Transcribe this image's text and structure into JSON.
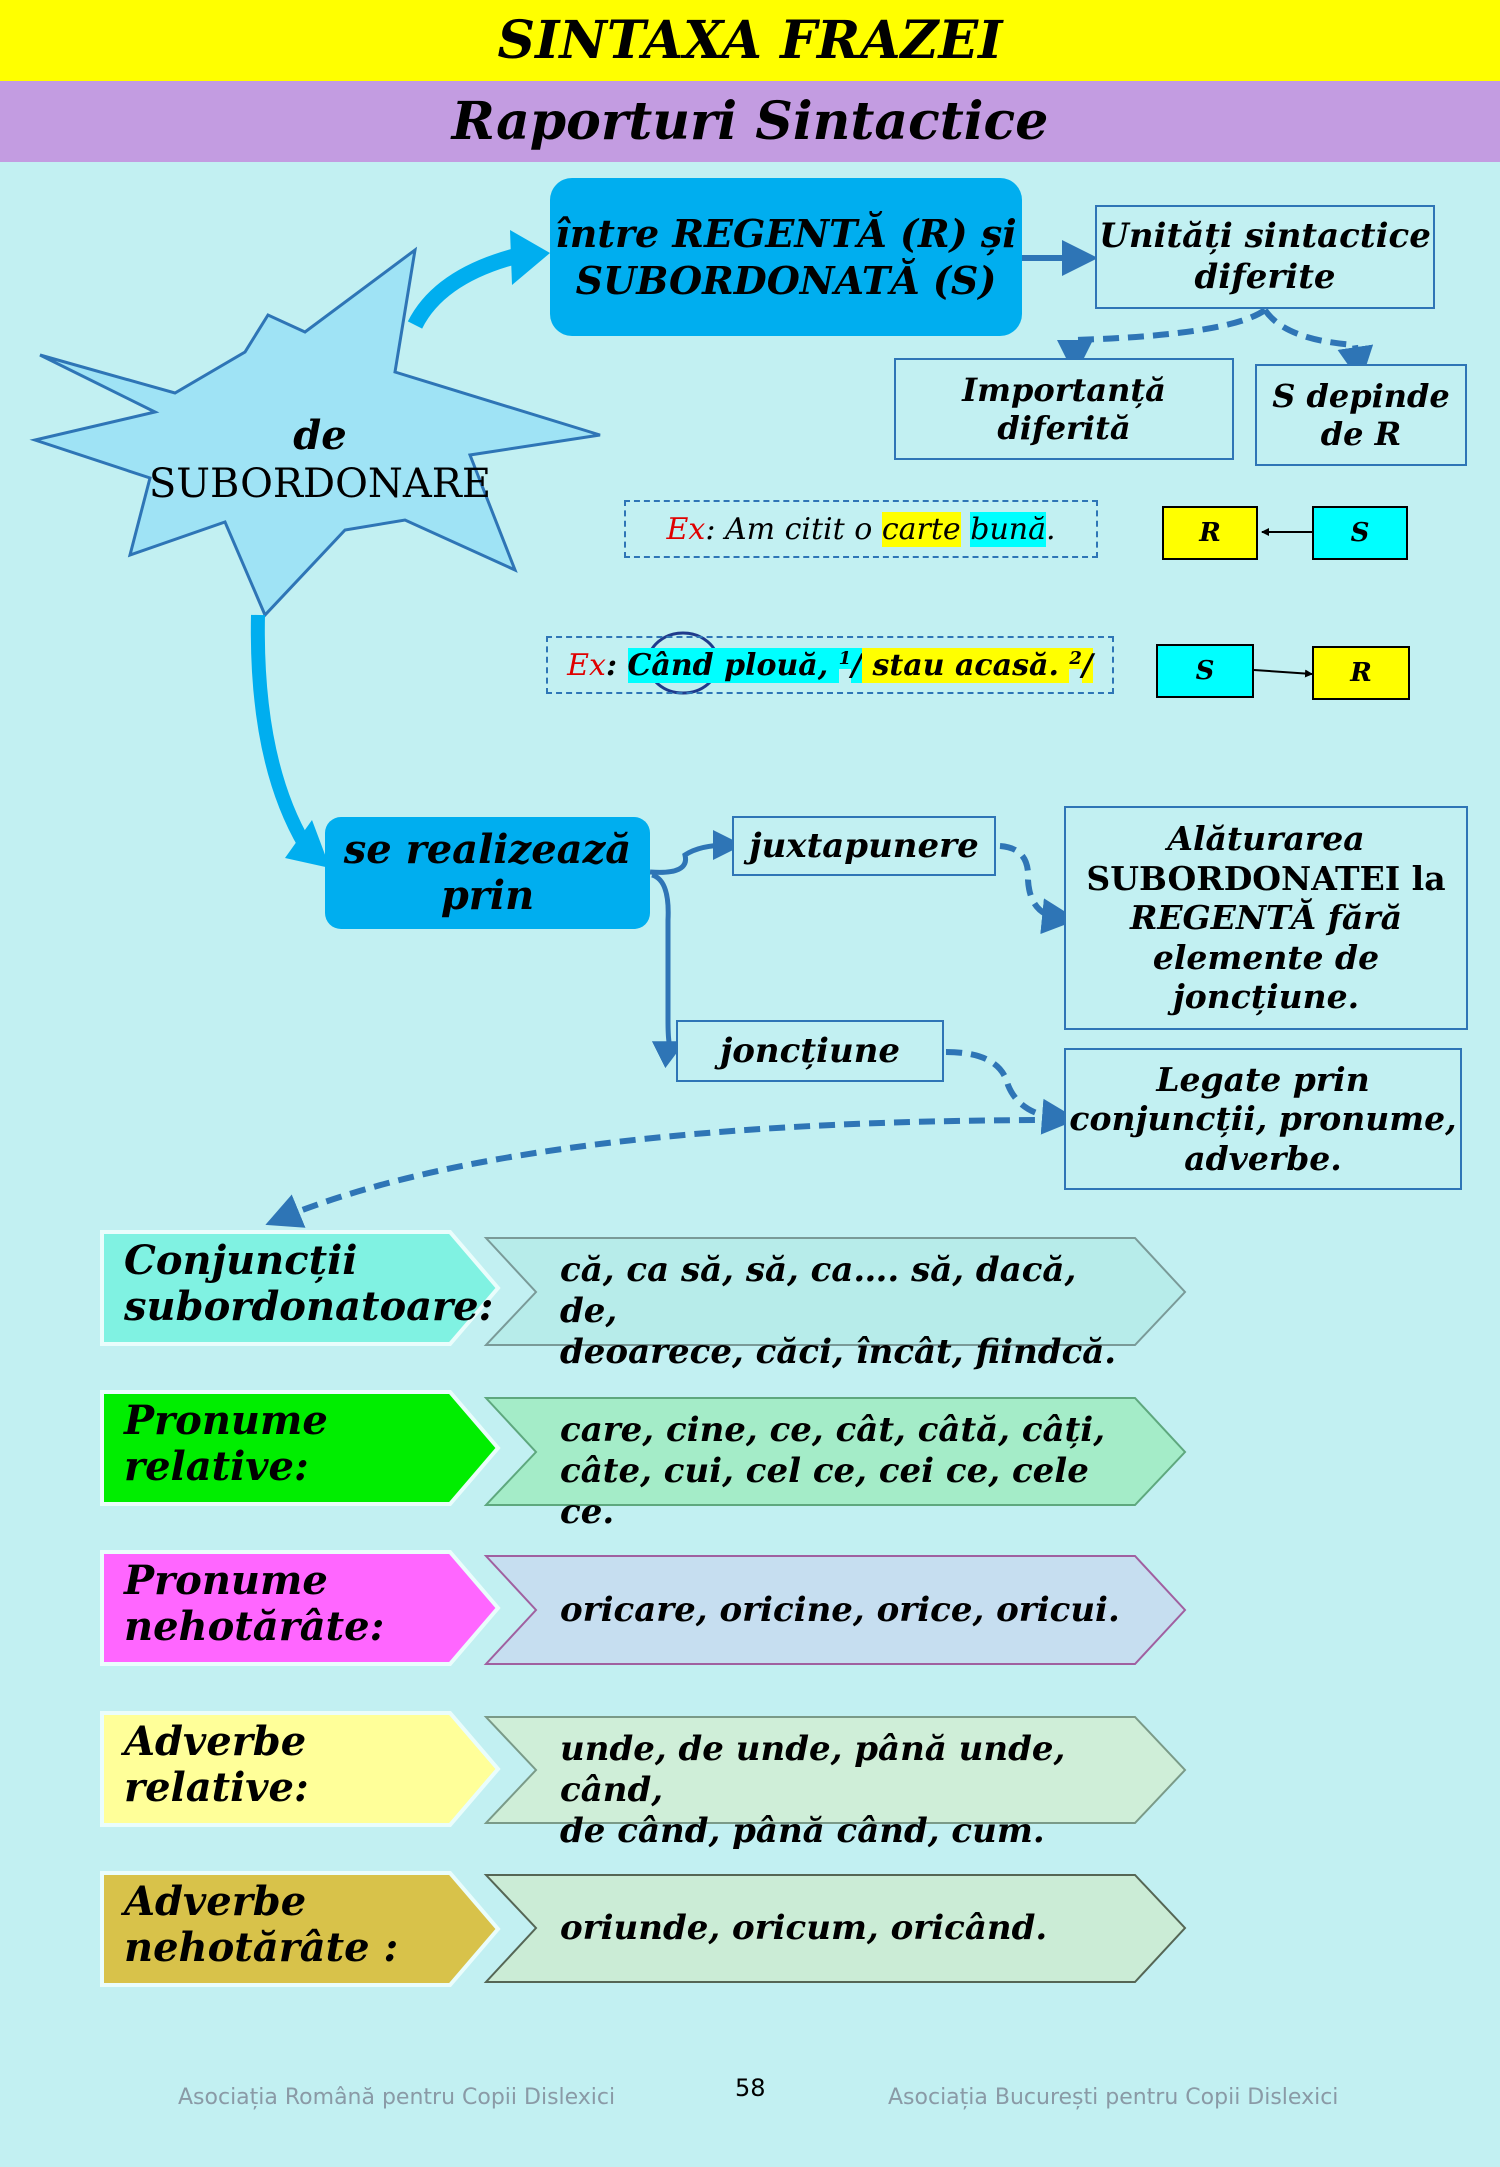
{
  "header": {
    "title": "SINTAXA FRAZEI",
    "subtitle": "Raporturi Sintactice"
  },
  "star": {
    "line1": "de",
    "line2": "SUBORDONARE"
  },
  "relation": {
    "line1": "între REGENTĂ (R) și",
    "line2": "SUBORDONATĂ (S)"
  },
  "units": {
    "line1": "Unități sintactice",
    "line2": "diferite"
  },
  "importance": {
    "line1": "Importanță",
    "line2": "diferită"
  },
  "depends": {
    "line1": "S depinde",
    "line2": "de R"
  },
  "example1": {
    "prefix": "Ex",
    "text1": ": Am citit o ",
    "word1": "carte",
    "word2": "bună",
    "end": "."
  },
  "example2": {
    "prefix": "Ex",
    "colon": ": ",
    "word1": "Când",
    "word2": " plouă, ",
    "sup1": "1",
    "slash1": "/",
    "words3": " stau acasă. ",
    "sup2": "2",
    "slash2": "/"
  },
  "rs_boxes": {
    "r": "R",
    "s": "S"
  },
  "realization": {
    "line1": "se realizează",
    "line2": "prin"
  },
  "juxta": {
    "label": "juxtapunere",
    "desc": [
      "Alăturarea",
      "SUBORDONATEI la",
      "REGENTĂ fără",
      "elemente de",
      "joncțiune."
    ]
  },
  "junction": {
    "label": "joncțiune",
    "desc": [
      "Legate prin",
      "conjuncții, pronume,",
      "adverbe."
    ]
  },
  "categories": [
    {
      "label": [
        "Conjuncții",
        "subordonatoare:"
      ],
      "items": [
        "că, ca să, să, ca…. să, dacă, de,",
        "deoarece, căci, încât, fiindcă."
      ],
      "label_color": "#80f2e2",
      "band_color": "#b7ecea"
    },
    {
      "label": [
        "Pronume",
        "relative:"
      ],
      "items": [
        "care, cine, ce, cât, câtă, câți,",
        "câte, cui, cel ce, cei ce, cele ce."
      ],
      "label_color": "#00ee00",
      "band_color": "#a4ecc8"
    },
    {
      "label": [
        "Pronume",
        "nehotărâte:"
      ],
      "items": [
        "oricare, oricine, orice, oricui."
      ],
      "label_color": "#ff66ff",
      "band_color": "#c6def0"
    },
    {
      "label": [
        "Adverbe",
        "relative:"
      ],
      "items": [
        "unde, de unde, până unde, când,",
        "de când, până când,  cum."
      ],
      "label_color": "#ffff99",
      "band_color": "#cfeed8"
    },
    {
      "label": [
        "Adverbe",
        "nehotărâte :"
      ],
      "items": [
        "oriunde, oricum, oricând."
      ],
      "label_color": "#d8c24a",
      "band_color": "#cbecd6"
    }
  ],
  "footer": {
    "left": "Asociația Română pentru Copii Dislexici",
    "page": "58",
    "right": "Asociația București pentru Copii Dislexici"
  },
  "colors": {
    "accent_blue": "#00aeef",
    "line_blue": "#2e75b6",
    "background": "#c2f0f2"
  }
}
